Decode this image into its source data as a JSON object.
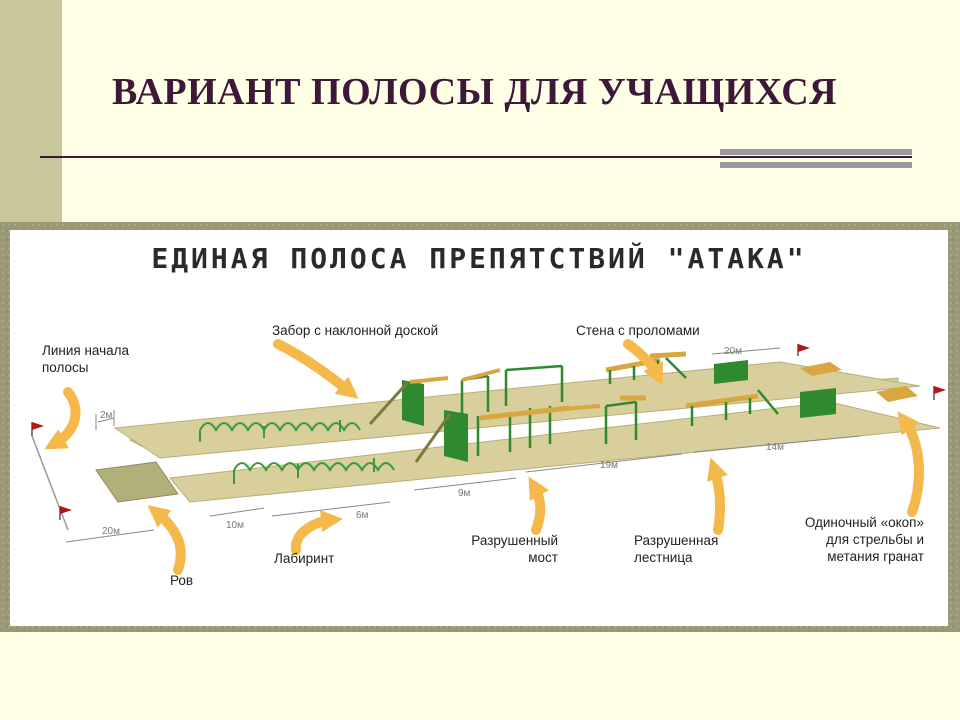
{
  "slide": {
    "title": "ВАРИАНТ ПОЛОСЫ ДЛЯ УЧАЩИХСЯ"
  },
  "diagram": {
    "banner": "ЕДИНАЯ ПОЛОСА ПРЕПЯТСТВИЙ \"АТАКА\"",
    "labels": {
      "start_line": [
        "Линия начала",
        "полосы"
      ],
      "fence": "Забор с наклонной доской",
      "wall": "Стена с проломами",
      "ditch": "Ров",
      "maze": "Лабиринт",
      "bridge": [
        "Разрушенный",
        "мост"
      ],
      "ladder": [
        "Разрушенная",
        "лестница"
      ],
      "trench": [
        "Одиночный «окоп»",
        "для стрельбы и",
        "метания гранат"
      ]
    },
    "dimensions": {
      "d_2m": "2м",
      "d_20m_left": "20м",
      "d_10m": "10м",
      "d_6m": "6м",
      "d_9m": "9м",
      "d_19m": "19м",
      "d_14m": "14м",
      "d_20m_right": "20м"
    },
    "colors": {
      "ground": "#d8cf9c",
      "ground_edge": "#b8ae78",
      "structure_green": "#2f8a2f",
      "plank": "#d9a640",
      "arrow": "#f5b84a",
      "flag": "#b01818"
    }
  }
}
